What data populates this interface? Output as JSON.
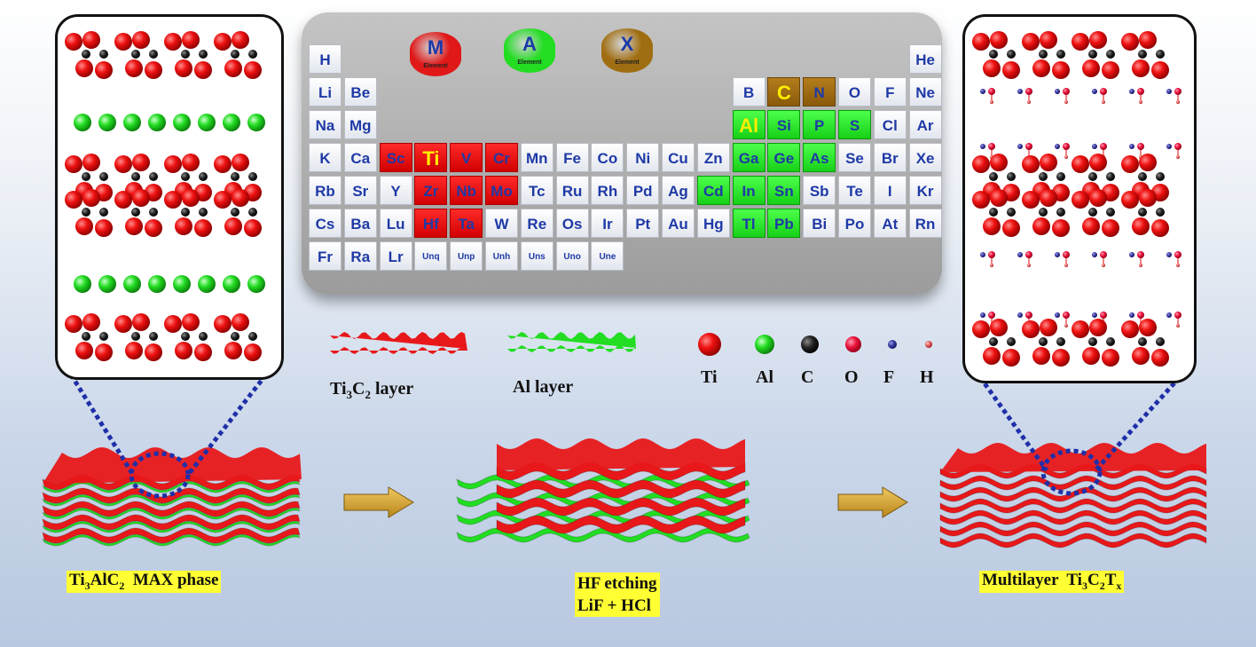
{
  "periodic_table": {
    "cylinders": [
      {
        "symbol": "M",
        "caption": "Element",
        "color": "#e01818"
      },
      {
        "symbol": "A",
        "caption": "Element",
        "color": "#22dd22"
      },
      {
        "symbol": "X",
        "caption": "Element",
        "color": "#a06e12"
      }
    ],
    "cells": [
      {
        "s": "H",
        "c": 0,
        "r": 0
      },
      {
        "s": "He",
        "c": 17,
        "r": 0
      },
      {
        "s": "Li",
        "c": 0,
        "r": 1
      },
      {
        "s": "Be",
        "c": 1,
        "r": 1
      },
      {
        "s": "B",
        "c": 12,
        "r": 1
      },
      {
        "s": "C",
        "c": 13,
        "r": 1,
        "k": "brown",
        "y": 1
      },
      {
        "s": "N",
        "c": 14,
        "r": 1,
        "k": "brown"
      },
      {
        "s": "O",
        "c": 15,
        "r": 1
      },
      {
        "s": "F",
        "c": 16,
        "r": 1
      },
      {
        "s": "Ne",
        "c": 17,
        "r": 1
      },
      {
        "s": "Na",
        "c": 0,
        "r": 2
      },
      {
        "s": "Mg",
        "c": 1,
        "r": 2
      },
      {
        "s": "Al",
        "c": 12,
        "r": 2,
        "k": "green",
        "y": 1
      },
      {
        "s": "Si",
        "c": 13,
        "r": 2,
        "k": "green"
      },
      {
        "s": "P",
        "c": 14,
        "r": 2,
        "k": "green"
      },
      {
        "s": "S",
        "c": 15,
        "r": 2,
        "k": "green"
      },
      {
        "s": "Cl",
        "c": 16,
        "r": 2
      },
      {
        "s": "Ar",
        "c": 17,
        "r": 2
      },
      {
        "s": "K",
        "c": 0,
        "r": 3
      },
      {
        "s": "Ca",
        "c": 1,
        "r": 3
      },
      {
        "s": "Sc",
        "c": 2,
        "r": 3,
        "k": "red"
      },
      {
        "s": "Ti",
        "c": 3,
        "r": 3,
        "k": "red",
        "y": 1
      },
      {
        "s": "V",
        "c": 4,
        "r": 3,
        "k": "red"
      },
      {
        "s": "Cr",
        "c": 5,
        "r": 3,
        "k": "red"
      },
      {
        "s": "Mn",
        "c": 6,
        "r": 3
      },
      {
        "s": "Fe",
        "c": 7,
        "r": 3
      },
      {
        "s": "Co",
        "c": 8,
        "r": 3
      },
      {
        "s": "Ni",
        "c": 9,
        "r": 3
      },
      {
        "s": "Cu",
        "c": 10,
        "r": 3
      },
      {
        "s": "Zn",
        "c": 11,
        "r": 3
      },
      {
        "s": "Ga",
        "c": 12,
        "r": 3,
        "k": "green"
      },
      {
        "s": "Ge",
        "c": 13,
        "r": 3,
        "k": "green"
      },
      {
        "s": "As",
        "c": 14,
        "r": 3,
        "k": "green"
      },
      {
        "s": "Se",
        "c": 15,
        "r": 3
      },
      {
        "s": "Br",
        "c": 16,
        "r": 3
      },
      {
        "s": "Xe",
        "c": 17,
        "r": 3
      },
      {
        "s": "Rb",
        "c": 0,
        "r": 4
      },
      {
        "s": "Sr",
        "c": 1,
        "r": 4
      },
      {
        "s": "Y",
        "c": 2,
        "r": 4
      },
      {
        "s": "Zr",
        "c": 3,
        "r": 4,
        "k": "red"
      },
      {
        "s": "Nb",
        "c": 4,
        "r": 4,
        "k": "red"
      },
      {
        "s": "Mo",
        "c": 5,
        "r": 4,
        "k": "red"
      },
      {
        "s": "Tc",
        "c": 6,
        "r": 4
      },
      {
        "s": "Ru",
        "c": 7,
        "r": 4
      },
      {
        "s": "Rh",
        "c": 8,
        "r": 4
      },
      {
        "s": "Pd",
        "c": 9,
        "r": 4
      },
      {
        "s": "Ag",
        "c": 10,
        "r": 4
      },
      {
        "s": "Cd",
        "c": 11,
        "r": 4,
        "k": "green"
      },
      {
        "s": "In",
        "c": 12,
        "r": 4,
        "k": "green"
      },
      {
        "s": "Sn",
        "c": 13,
        "r": 4,
        "k": "green"
      },
      {
        "s": "Sb",
        "c": 14,
        "r": 4
      },
      {
        "s": "Te",
        "c": 15,
        "r": 4
      },
      {
        "s": "I",
        "c": 16,
        "r": 4
      },
      {
        "s": "Kr",
        "c": 17,
        "r": 4
      },
      {
        "s": "Cs",
        "c": 0,
        "r": 5
      },
      {
        "s": "Ba",
        "c": 1,
        "r": 5
      },
      {
        "s": "Lu",
        "c": 2,
        "r": 5
      },
      {
        "s": "Hf",
        "c": 3,
        "r": 5,
        "k": "red"
      },
      {
        "s": "Ta",
        "c": 4,
        "r": 5,
        "k": "red"
      },
      {
        "s": "W",
        "c": 5,
        "r": 5
      },
      {
        "s": "Re",
        "c": 6,
        "r": 5
      },
      {
        "s": "Os",
        "c": 7,
        "r": 5
      },
      {
        "s": "Ir",
        "c": 8,
        "r": 5
      },
      {
        "s": "Pt",
        "c": 9,
        "r": 5
      },
      {
        "s": "Au",
        "c": 10,
        "r": 5
      },
      {
        "s": "Hg",
        "c": 11,
        "r": 5
      },
      {
        "s": "Tl",
        "c": 12,
        "r": 5,
        "k": "green"
      },
      {
        "s": "Pb",
        "c": 13,
        "r": 5,
        "k": "green"
      },
      {
        "s": "Bi",
        "c": 14,
        "r": 5
      },
      {
        "s": "Po",
        "c": 15,
        "r": 5
      },
      {
        "s": "At",
        "c": 16,
        "r": 5
      },
      {
        "s": "Rn",
        "c": 17,
        "r": 5
      },
      {
        "s": "Fr",
        "c": 0,
        "r": 6
      },
      {
        "s": "Ra",
        "c": 1,
        "r": 6
      },
      {
        "s": "Lr",
        "c": 2,
        "r": 6
      },
      {
        "s": "Unq",
        "c": 3,
        "r": 6,
        "sm": 1
      },
      {
        "s": "Unp",
        "c": 4,
        "r": 6,
        "sm": 1
      },
      {
        "s": "Unh",
        "c": 5,
        "r": 6,
        "sm": 1
      },
      {
        "s": "Uns",
        "c": 6,
        "r": 6,
        "sm": 1
      },
      {
        "s": "Uno",
        "c": 7,
        "r": 6,
        "sm": 1
      },
      {
        "s": "Une",
        "c": 8,
        "r": 6,
        "sm": 1
      }
    ]
  },
  "legend": {
    "ti3c2_layer": {
      "pre": "Ti",
      "s1": "3",
      "mid": "C",
      "s2": "2",
      "post": " layer"
    },
    "al_layer": "Al layer",
    "atoms": [
      {
        "label": "Ti",
        "color": "#e01010"
      },
      {
        "label": "Al",
        "color": "#22cc22"
      },
      {
        "label": "C",
        "color": "#111111"
      },
      {
        "label": "O",
        "color": "#e8103a"
      },
      {
        "label": "F",
        "color": "#3a3aa0"
      },
      {
        "label": "H",
        "color": "#e85a5a"
      }
    ]
  },
  "steps": {
    "max_phase": {
      "pre": "Ti",
      "s1": "3",
      "mid": "AlC",
      "s2": "2",
      "post": "  MAX phase"
    },
    "etching": {
      "line1": "HF etching",
      "line2": "LiF + HCl"
    },
    "product": {
      "pre": "Multilayer  Ti",
      "s1": "3",
      "mid": "C",
      "s2": "2",
      "mid2": "T",
      "s3": "x"
    }
  },
  "colors": {
    "ti": "#e8181a",
    "al": "#22dd22",
    "highlight": "#ffff33",
    "arrow": "#d7a531",
    "dotted": "#1f2fa8"
  }
}
